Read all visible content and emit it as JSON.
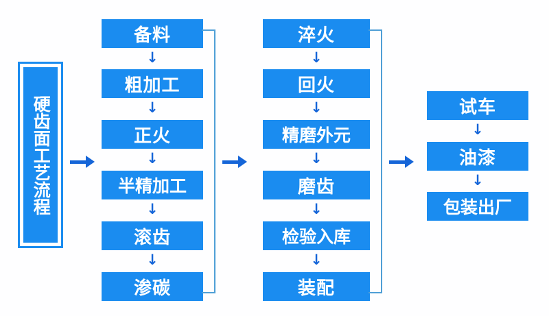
{
  "diagram": {
    "title_label": "硬齿面工艺流程",
    "colors": {
      "box_fill": "#1a8cf0",
      "box_text": "#ffffff",
      "arrow": "#1565d8",
      "bracket_line": "#4f9fd6",
      "background": "#fefeff"
    },
    "down_arrow_glyph": "↓",
    "columns": [
      {
        "name": "stage-1",
        "steps": [
          {
            "label": "备料"
          },
          {
            "label": "粗加工"
          },
          {
            "label": "正火"
          },
          {
            "label": "半精加工"
          },
          {
            "label": "滚齿"
          },
          {
            "label": "渗碳"
          }
        ]
      },
      {
        "name": "stage-2",
        "steps": [
          {
            "label": "淬火"
          },
          {
            "label": "回火"
          },
          {
            "label": "精磨外元"
          },
          {
            "label": "磨齿"
          },
          {
            "label": "检验入库"
          },
          {
            "label": "装配"
          }
        ]
      },
      {
        "name": "stage-3",
        "steps": [
          {
            "label": "试车"
          },
          {
            "label": "油漆"
          },
          {
            "label": "包装出厂"
          }
        ]
      }
    ]
  }
}
